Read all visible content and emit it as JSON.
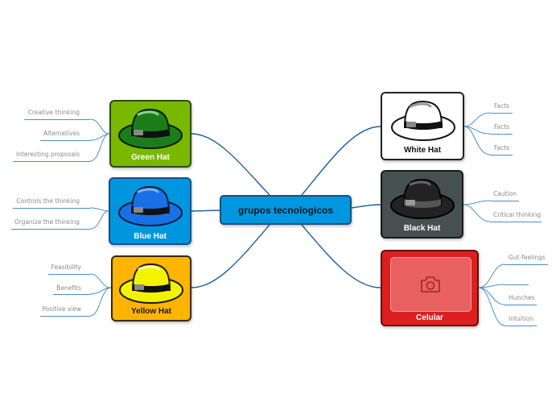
{
  "central": {
    "title": "grupos tecnologicos"
  },
  "nodes": {
    "green": {
      "label": "Green Hat",
      "color": "#7ab800",
      "hat_color": "#1b7d1a",
      "leaves": [
        "Creative thinking",
        "Alternatives",
        "Interesting proposals"
      ]
    },
    "blue": {
      "label": "Blue Hat",
      "color": "#0096df",
      "hat_color": "#1870e6",
      "leaves": [
        "Controls the thinking",
        "Organize the thinking"
      ]
    },
    "yellow": {
      "label": "Yellow Hat",
      "color": "#ffb400",
      "hat_color": "#f3f300",
      "leaves": [
        "Feasibility",
        "Benefits",
        "Positive view"
      ]
    },
    "white": {
      "label": "White Hat",
      "color": "#ffffff",
      "hat_color": "#ffffff",
      "leaves": [
        "Facts",
        "Facts",
        "Facts"
      ]
    },
    "black": {
      "label": "Black Hat",
      "color": "#465050",
      "hat_color": "#222222",
      "leaves": [
        "Caution",
        "Critical thinking"
      ]
    },
    "celular": {
      "label": "Celular",
      "color": "#dd1f1f",
      "icon": "camera-icon",
      "leaves": [
        "Gut-feelings",
        "",
        "Hunches",
        "Intuition"
      ]
    }
  },
  "colors": {
    "connector": "#1a5fa0",
    "leaf_line": "#4a90c8",
    "leaf_text": "#8a8a8a"
  }
}
